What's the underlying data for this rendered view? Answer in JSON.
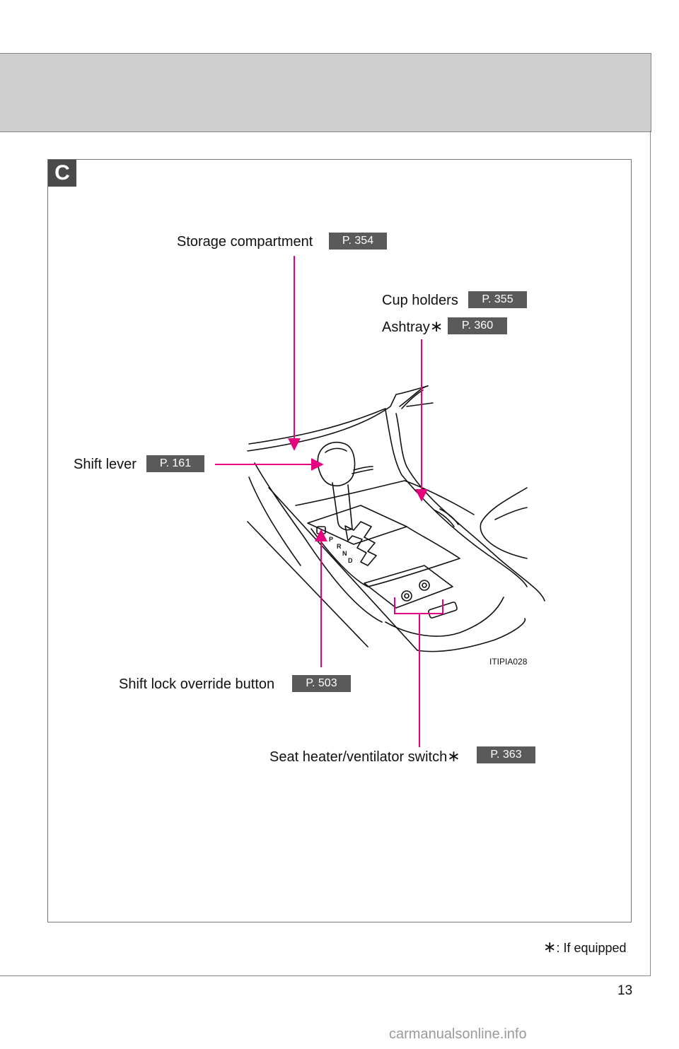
{
  "section": "C",
  "labels": {
    "storage": {
      "text": "Storage compartment",
      "ref": "P. 354"
    },
    "cup_holders": {
      "text": "Cup holders",
      "ref": "P. 355"
    },
    "ashtray": {
      "text": "Ashtray",
      "mark": "∗",
      "ref": "P. 360"
    },
    "shift_lever": {
      "text": "Shift lever",
      "ref": "P. 161"
    },
    "shift_lock": {
      "text": "Shift lock override button",
      "ref": "P. 503"
    },
    "seat_heater": {
      "text": "Seat heater/ventilator switch",
      "mark": "∗",
      "ref": "P. 363"
    }
  },
  "illustration_id": "ITIPIA028",
  "gear_letters": [
    "P",
    "R",
    "N",
    "D"
  ],
  "footnote": {
    "mark": "∗",
    "text": ": If equipped"
  },
  "page_number": "13",
  "watermark": "carmanualsonline.info",
  "colors": {
    "leader": "#e6007e",
    "ref_bg": "#5a5a5a",
    "header_band": "#cfcfcf"
  }
}
